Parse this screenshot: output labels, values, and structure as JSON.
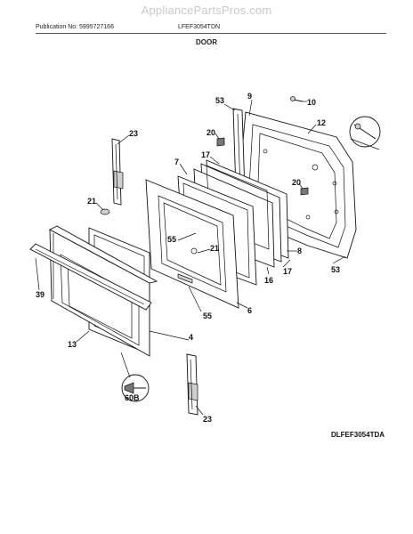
{
  "watermark": "AppliancePartsPros.com",
  "header": {
    "publication": "Publication No: 5995727166",
    "model": "LFEF3054TDN",
    "section": "DOOR"
  },
  "diagram_id": "DLFEF3054TDA",
  "callouts": {
    "c53a": "53",
    "c9": "9",
    "c10": "10",
    "c12": "12",
    "c20a": "20",
    "c23a": "23",
    "c7": "7",
    "c17a": "17",
    "c20b": "20",
    "c21a": "21",
    "c55a": "55",
    "c21b": "21",
    "c8": "8",
    "c17b": "17",
    "c53b": "53",
    "c16": "16",
    "c39": "39",
    "c6": "6",
    "c55b": "55",
    "c13": "13",
    "c4": "4",
    "c60b": "60B",
    "c23b": "23"
  }
}
